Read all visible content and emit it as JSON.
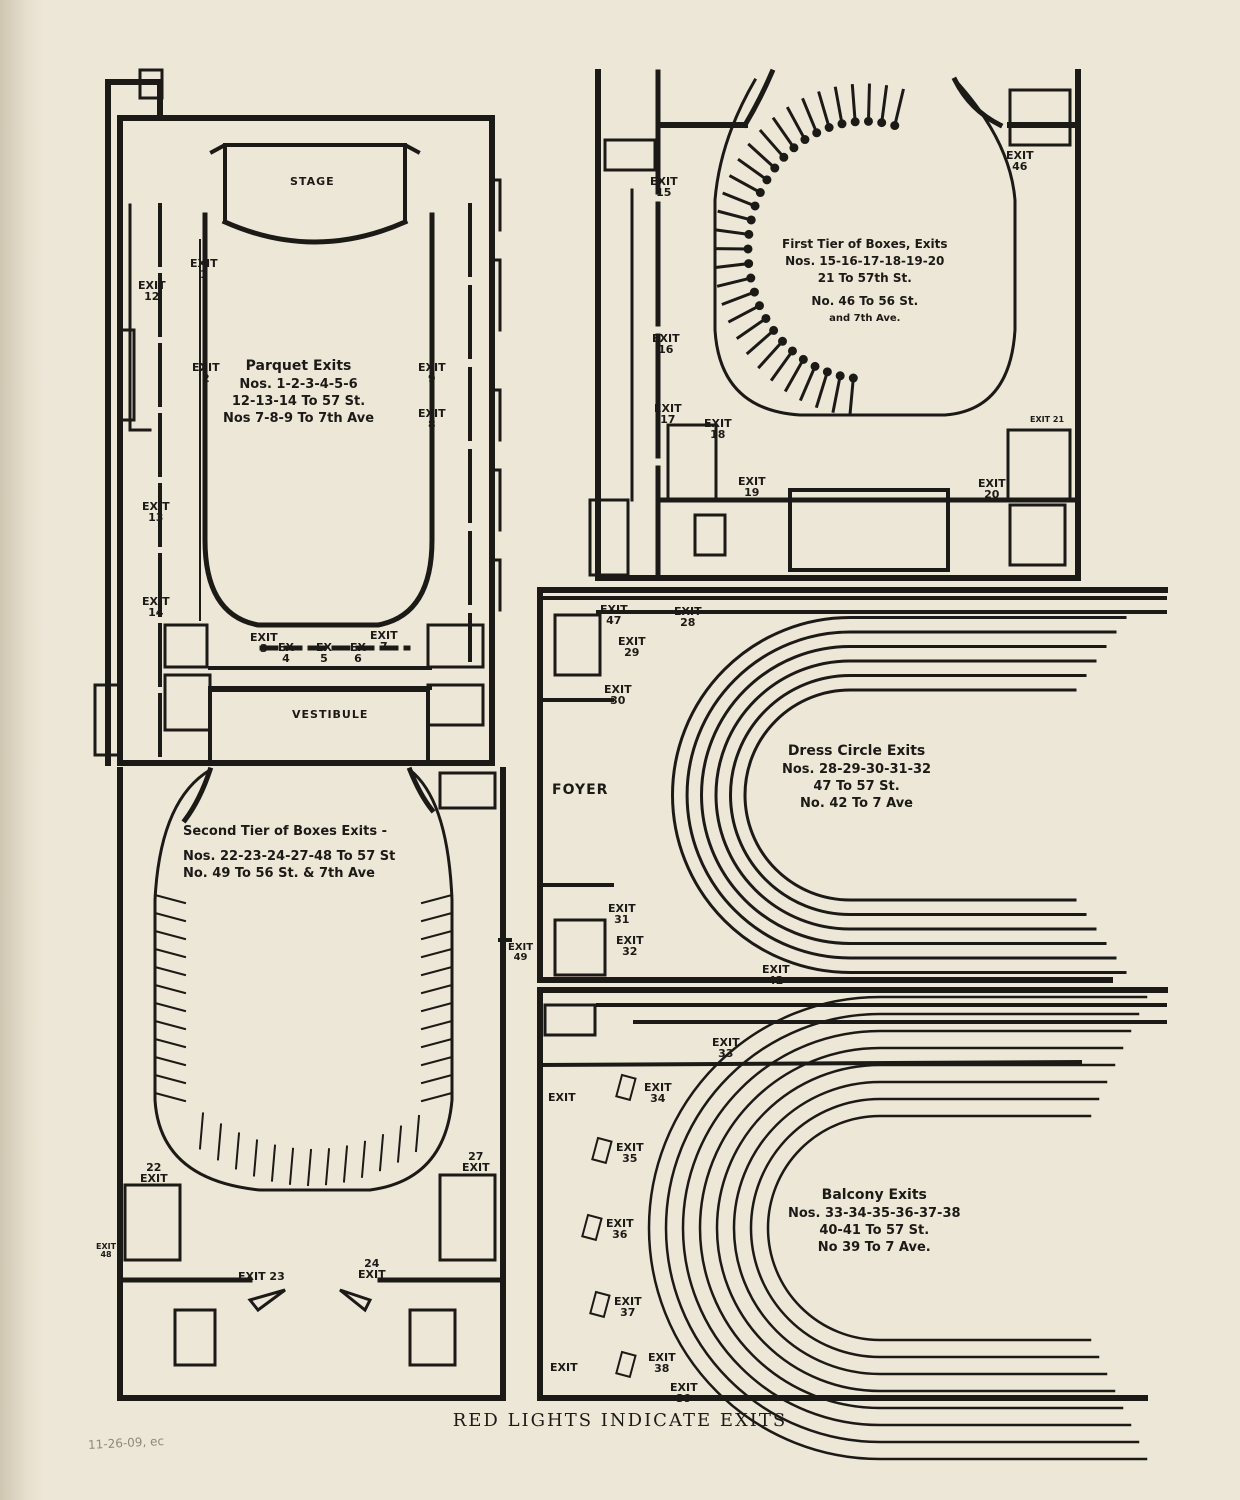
{
  "colors": {
    "paper": "#ede7d7",
    "ink": "#1c1a17"
  },
  "parquet": {
    "stage": "STAGE",
    "vestibule": "VESTIBULE",
    "title": "Parquet Exits",
    "lines": [
      "Nos. 1-2-3-4-5-6",
      "12-13-14 To 57 St.",
      "Nos 7-8-9 To 7th Ave"
    ],
    "exits": {
      "e1": [
        "EXIT",
        "1"
      ],
      "e2": [
        "EXIT",
        "2"
      ],
      "e9": [
        "EXIT",
        "9"
      ],
      "e8": [
        "EXIT",
        "8"
      ],
      "e12": [
        "EXIT",
        "12"
      ],
      "e13": [
        "EXIT",
        "13"
      ],
      "e14": [
        "EXIT",
        "14"
      ],
      "e3": [
        "EXIT",
        "3"
      ],
      "e4": [
        "EX",
        "4"
      ],
      "e5": [
        "EX",
        "5"
      ],
      "e6": [
        "EX",
        "6"
      ],
      "e7": [
        "EXIT",
        "7"
      ]
    }
  },
  "first_tier": {
    "title": "First Tier of Boxes, Exits",
    "lines": [
      "Nos. 15-16-17-18-19-20",
      "21 To 57th St.",
      "No. 46 To 56 St.",
      "and 7th Ave."
    ],
    "exits": {
      "e15": [
        "EXIT",
        "15"
      ],
      "e16": [
        "EXIT",
        "16"
      ],
      "e17": [
        "EXIT",
        "17"
      ],
      "e18": [
        "EXIT",
        "18"
      ],
      "e19": [
        "EXIT",
        "19"
      ],
      "e20": [
        "EXIT",
        "20"
      ],
      "e46": [
        "EXIT",
        "46"
      ],
      "e21": [
        "EXIT",
        "21"
      ]
    }
  },
  "second_tier": {
    "title": "Second Tier of Boxes Exits -",
    "lines": [
      "Nos. 22-23-24-27-48 To 57 St",
      "No. 49 To 56 St. & 7th Ave"
    ],
    "exits": {
      "e22": [
        "22",
        "EXIT"
      ],
      "e27": [
        "27",
        "EXIT"
      ],
      "e23": "EXIT 23",
      "e24": [
        "24",
        "EXIT"
      ],
      "e48": [
        "EXIT",
        "48"
      ],
      "e49": [
        "EXIT",
        "49"
      ]
    }
  },
  "dress_circle": {
    "title": "Dress Circle Exits",
    "lines": [
      "Nos. 28-29-30-31-32",
      "47 To 57 St.",
      "No. 42 To 7 Ave"
    ],
    "foyer": "FOYER",
    "exits": {
      "e47": [
        "EXIT",
        "47"
      ],
      "e28": [
        "EXIT",
        "28"
      ],
      "e29": [
        "EXIT",
        "29"
      ],
      "e30": [
        "EXIT",
        "30"
      ],
      "e31": [
        "EXIT",
        "31"
      ],
      "e32": [
        "EXIT",
        "32"
      ],
      "e42": [
        "EXIT",
        "42"
      ]
    }
  },
  "balcony": {
    "title": "Balcony Exits",
    "lines": [
      "Nos. 33-34-35-36-37-38",
      "40-41 To 57 St.",
      "No 39 To 7 Ave."
    ],
    "exits": {
      "e33": [
        "EXIT",
        "33"
      ],
      "e34": [
        "EXIT",
        "34"
      ],
      "e35": [
        "EXIT",
        "35"
      ],
      "e36": [
        "EXIT",
        "36"
      ],
      "e37": [
        "EXIT",
        "37"
      ],
      "e38": [
        "EXIT",
        "38"
      ],
      "e39": [
        "EXIT",
        "39"
      ],
      "e40": "EXIT",
      "e41": "EXIT"
    }
  },
  "footer": "RED LIGHTS INDICATE EXITS",
  "pencil_note": "11-26-09, ec"
}
